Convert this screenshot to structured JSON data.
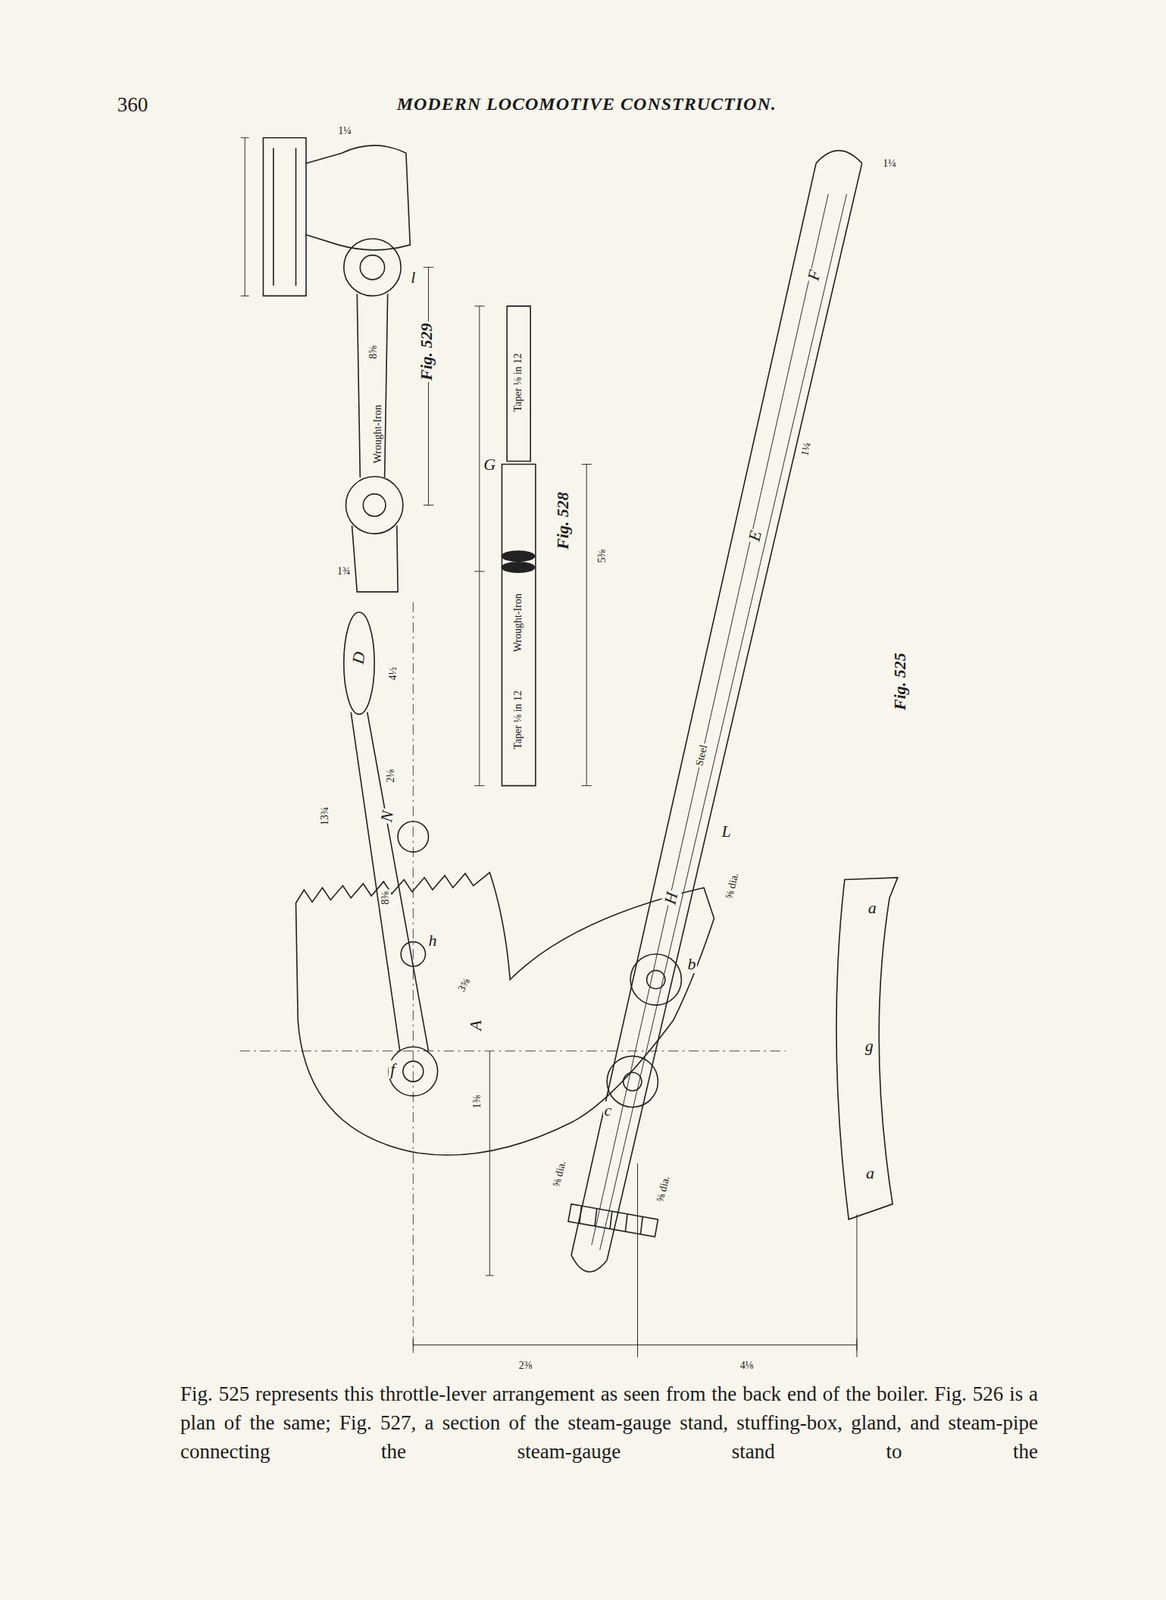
{
  "diagram": {
    "title": "MODERN LOCOMOTIVE CONSTRUCTION.",
    "caption": "Fig. 525 represents this throttle-lever arrangement as seen from the back end of the boiler. Fig. 526 is a plan of the same; Fig. 527, a section of the steam-gauge stand, stuffing-box, gland, and steam-pipe connecting the steam-gauge stand to the",
    "labels": [
      "360",
      "Fig. 529",
      "Wrought-Iron",
      "l",
      "8⅝",
      "1¾",
      "1¼",
      "Fig. 528",
      "G",
      "Wrought-Iron",
      "Taper ⅛ in 12",
      "Taper ⅛ in 12",
      "5⅜",
      "D",
      "4½",
      "2⅛",
      "N",
      "h",
      "8⅜",
      "13¾",
      "A",
      "3⅝",
      "f",
      "1⅜",
      "Fig. 525",
      "F",
      "E",
      "Steel",
      "L",
      "H",
      "⅝ dia.",
      "b",
      "c",
      "a",
      "g",
      "a",
      "⅝ dia.",
      "⅝ dia.",
      "1¼",
      "2⅜",
      "4⅛",
      "1¼"
    ]
  }
}
